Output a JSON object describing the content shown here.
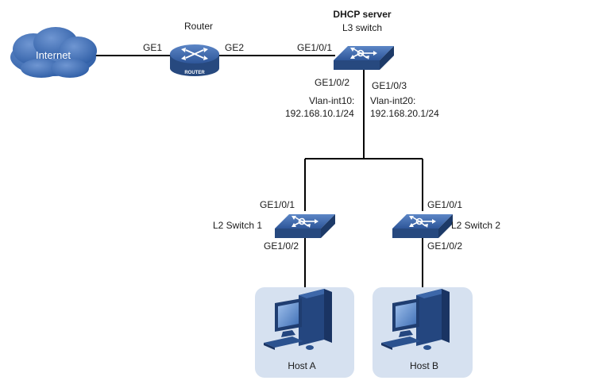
{
  "colors": {
    "cloud": "#3f6fb5",
    "device_top": "#3a63a8",
    "device_side": "#274a85",
    "host_panel": "#d6e1f0",
    "link": "#000000"
  },
  "internet": {
    "label": "Internet",
    "icon": "cloud-icon"
  },
  "router": {
    "title": "Router",
    "badge": "ROUTER",
    "port1": "GE1",
    "port2": "GE2",
    "icon": "router-icon"
  },
  "l3_switch": {
    "role": "DHCP server",
    "title": "L3 switch",
    "uplink_port": "GE1/0/1",
    "port_a": "GE1/0/2",
    "port_b": "GE1/0/3",
    "vlan_a_name": "Vlan-int10:",
    "vlan_a_ip": "192.168.10.1/24",
    "vlan_b_name": "Vlan-int20:",
    "vlan_b_ip": "192.168.20.1/24",
    "icon": "switch-icon"
  },
  "l2_switch_1": {
    "title": "L2 Switch 1",
    "up_port": "GE1/0/1",
    "down_port": "GE1/0/2",
    "icon": "switch-icon"
  },
  "l2_switch_2": {
    "title": "L2 Switch 2",
    "up_port": "GE1/0/1",
    "down_port": "GE1/0/2",
    "icon": "switch-icon"
  },
  "host_a": {
    "label": "Host A",
    "icon": "computer-icon"
  },
  "host_b": {
    "label": "Host B",
    "icon": "computer-icon"
  }
}
